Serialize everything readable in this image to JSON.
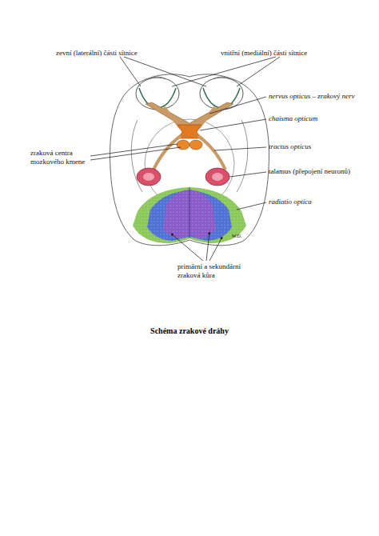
{
  "diagram": {
    "caption": "Schéma zrakové dráhy",
    "labels": [
      "zevní (laterální) části sítnice",
      "vnitřní (mediální) části sítnice",
      "nervus opticus – zrakový nerv",
      "chaisma opticum",
      "tractus opticus",
      "zraková centra mozkového kmene",
      "talamus (přepojení neuronů)",
      "radiatio optica",
      "primární a sekundární zraková kůra",
      "W.D."
    ]
  }
}
